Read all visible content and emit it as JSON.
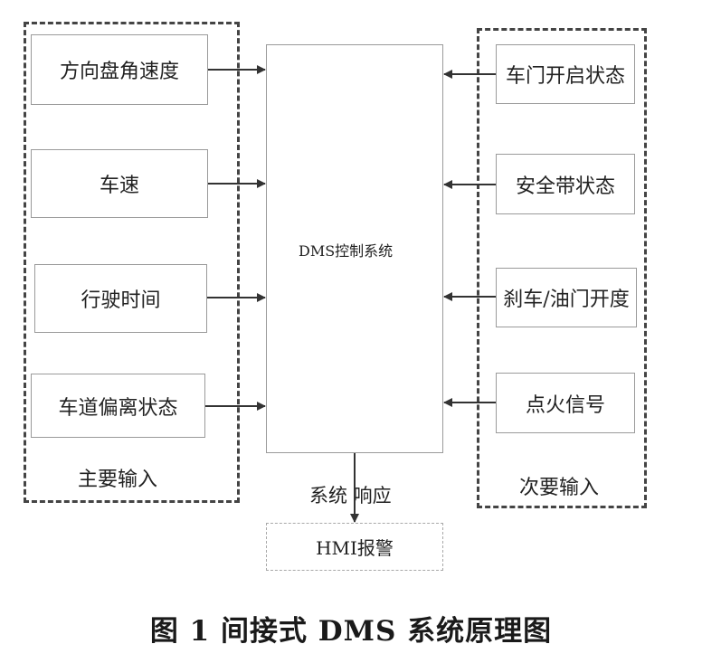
{
  "primary_group": {
    "label": "主要输入",
    "items": [
      "方向盘角速度",
      "车速",
      "行驶时间",
      "车道偏离状态"
    ]
  },
  "secondary_group": {
    "label": "次要输入",
    "items": [
      "车门开启状态",
      "安全带状态",
      "刹车/油门开度",
      "点火信号"
    ]
  },
  "center": {
    "label": "DMS控制系统"
  },
  "response": {
    "label": "系统 响应"
  },
  "output": {
    "label": "HMI报警"
  },
  "caption": "图 1  间接式 DMS 系统原理图"
}
